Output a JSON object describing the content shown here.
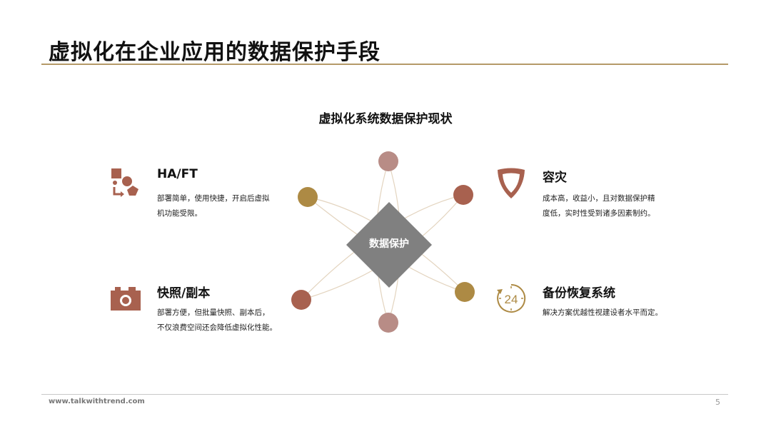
{
  "title": "虚拟化在企业应用的数据保护手段",
  "subtitle": "虚拟化系统数据保护现状",
  "center_label": "数据保护",
  "colors": {
    "gold": "#ad8a44",
    "rust": "#a8614f",
    "rose": "#b88c86",
    "diamond": "#808080",
    "rule": "#b59a68"
  },
  "blocks": [
    {
      "icon": "shapes-flow-icon",
      "heading": "HA/FT",
      "body": [
        "部署简单，使用快捷，开启后虚拟",
        "机功能受限。"
      ]
    },
    {
      "icon": "shield-icon",
      "heading": "容灾",
      "body": [
        "成本高，收益小，且对数据保护精",
        "度低，实时性受到诸多因素制约。"
      ]
    },
    {
      "icon": "camera-icon",
      "heading": "快照/副本",
      "body": [
        "部署方便，但批量快照、副本后，",
        "不仅浪费空间还会降低虚拟化性能。"
      ]
    },
    {
      "icon": "clock-24-icon",
      "icon_text": "24",
      "heading": "备份恢复系统",
      "body": [
        "解决方案优越性视建设者水平而定。"
      ]
    }
  ],
  "footer": {
    "url": "www.talkwithtrend.com",
    "page": "5"
  }
}
